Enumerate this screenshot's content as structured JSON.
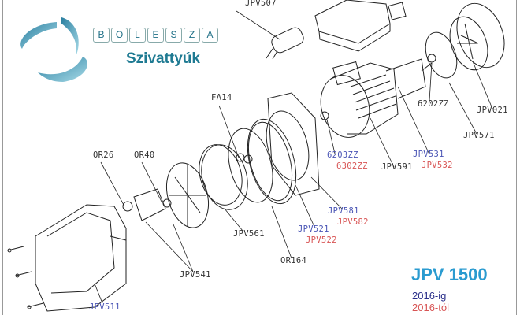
{
  "brand": {
    "letters": [
      "B",
      "O",
      "L",
      "E",
      "S",
      "Z",
      "A"
    ],
    "subtitle": "Szivattyúk"
  },
  "model": "JPV 1500",
  "legend": {
    "until_2016": "2016-ig",
    "from_2016": "2016-tól",
    "colors": {
      "until_2016": "#4a55b5",
      "from_2016": "#d85555"
    }
  },
  "parts": {
    "jpv507": "JPV507",
    "fa14": "FA14",
    "or26": "OR26",
    "or40": "OR40",
    "b6202zz": "6202ZZ",
    "jpv021": "JPV021",
    "jpv571": "JPV571",
    "b6203zz": "6203ZZ",
    "b6302zz": "6302ZZ",
    "jpv591": "JPV591",
    "jpv531": "JPV531",
    "jpv532": "JPV532",
    "jpv581": "JPV581",
    "jpv582": "JPV582",
    "jpv521": "JPV521",
    "jpv522": "JPV522",
    "jpv561": "JPV561",
    "or164": "OR164",
    "jpv541": "JPV541",
    "jpv511": "JPV511"
  }
}
